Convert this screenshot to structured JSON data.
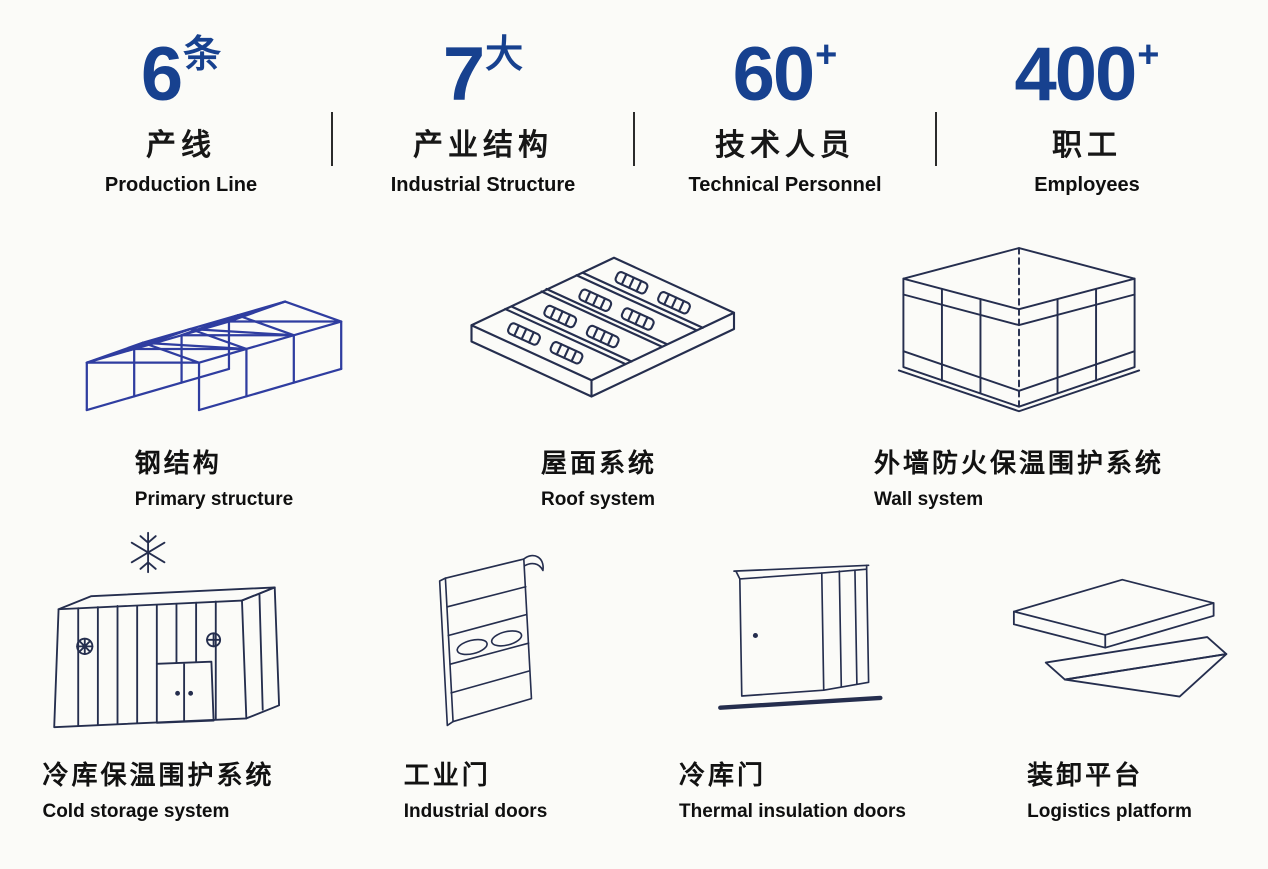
{
  "colors": {
    "background": "#fbfbf8",
    "accent_blue": "#17418f",
    "line_dark": "#252e4e",
    "line_steel_blue": "#2f3da0",
    "divider": "#2b2b2b",
    "text": "#151515"
  },
  "stats": [
    {
      "number": "6",
      "unit": "条",
      "zh": "产线",
      "en": "Production Line"
    },
    {
      "number": "7",
      "unit": "大",
      "zh": "产业结构",
      "en": "Industrial Structure"
    },
    {
      "number": "60",
      "unit": "+",
      "zh": "技术人员",
      "en": "Technical Personnel"
    },
    {
      "number": "400",
      "unit": "+",
      "zh": "职工",
      "en": "Employees"
    }
  ],
  "products_row1": [
    {
      "zh": "钢结构",
      "en": "Primary structure",
      "icon": "steel-structure-illustration"
    },
    {
      "zh": "屋面系统",
      "en": "Roof system",
      "icon": "roof-panel-illustration"
    },
    {
      "zh": "外墙防火保温围护系统",
      "en": "Wall system",
      "icon": "wall-enclosure-illustration"
    }
  ],
  "products_row2": [
    {
      "zh": "冷库保温围护系统",
      "en": "Cold storage system",
      "icon": "cold-storage-illustration"
    },
    {
      "zh": "工业门",
      "en": "Industrial doors",
      "icon": "industrial-door-illustration"
    },
    {
      "zh": "冷库门",
      "en": "Thermal insulation doors",
      "icon": "cold-room-door-illustration"
    },
    {
      "zh": "装卸平台",
      "en": "Logistics platform",
      "icon": "dock-leveler-illustration"
    }
  ]
}
